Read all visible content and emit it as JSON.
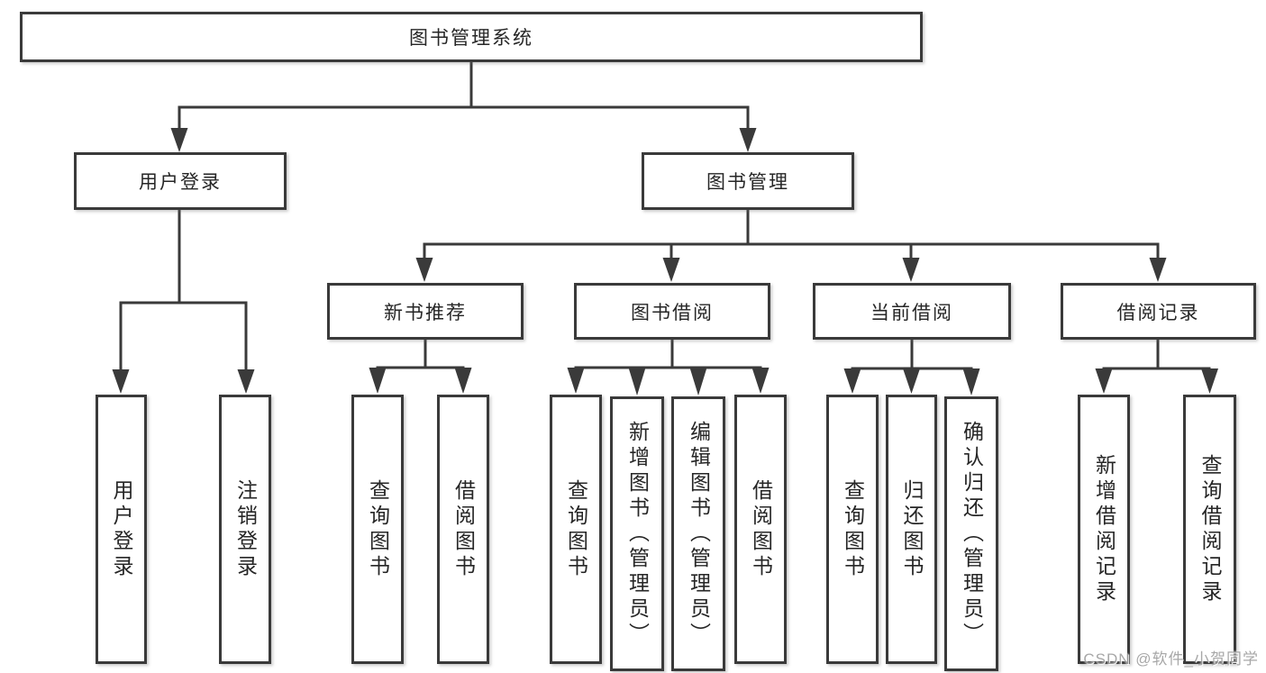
{
  "diagram": {
    "root": "图书管理系统",
    "user_branch": {
      "label": "用户登录",
      "children": [
        "用户登录",
        "注销登录"
      ]
    },
    "book_branch": {
      "label": "图书管理",
      "groups": [
        {
          "label": "新书推荐",
          "children": [
            "查询图书",
            "借阅图书"
          ]
        },
        {
          "label": "图书借阅",
          "children": [
            "查询图书",
            "新增图书（管理员）",
            "编辑图书（管理员）",
            "借阅图书"
          ]
        },
        {
          "label": "当前借阅",
          "children": [
            "查询图书",
            "归还图书",
            "确认归还（管理员）"
          ]
        },
        {
          "label": "借阅记录",
          "children": [
            "新增借阅记录",
            "查询借阅记录"
          ]
        }
      ]
    }
  },
  "watermark": "CSDN @软件_小贺同学",
  "colors": {
    "line": "#3a3a3a",
    "text": "#262626",
    "background": "#ffffff",
    "watermark": "#9e9e9e"
  }
}
